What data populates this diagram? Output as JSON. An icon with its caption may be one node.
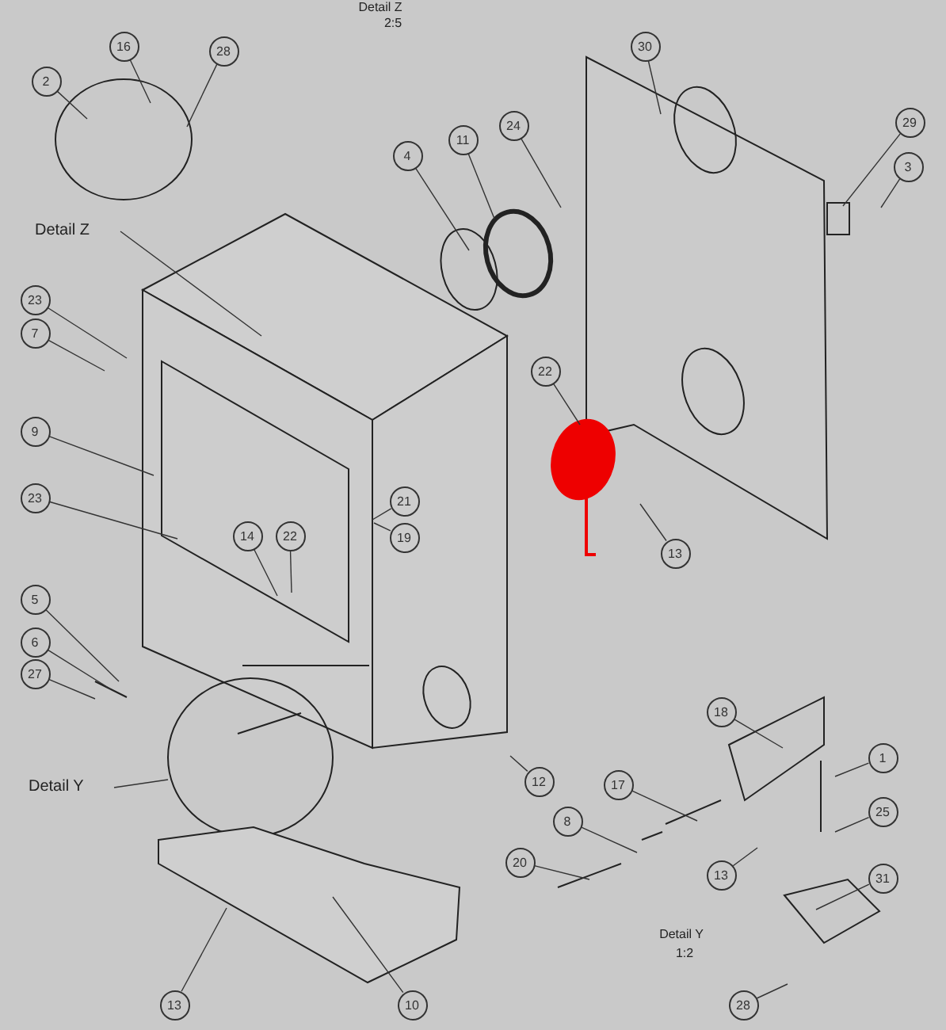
{
  "diagram": {
    "nodes": [
      {
        "text": [
          "2"
        ]
      },
      {
        "text": [
          "16"
        ]
      },
      {
        "text": [
          "28"
        ]
      },
      {
        "text": [
          "4"
        ]
      },
      {
        "text": [
          "11"
        ]
      },
      {
        "text": [
          "24"
        ]
      },
      {
        "text": [
          "30"
        ]
      },
      {
        "text": [
          "29"
        ]
      },
      {
        "text": [
          "3"
        ]
      },
      {
        "text": [
          "Detail Z"
        ]
      },
      {
        "text": [
          "23"
        ]
      },
      {
        "text": [
          "7"
        ]
      },
      {
        "text": [
          "9"
        ]
      },
      {
        "text": [
          "23"
        ]
      },
      {
        "text": [
          "21"
        ]
      },
      {
        "text": [
          "19"
        ]
      },
      {
        "text": [
          "14"
        ]
      },
      {
        "text": [
          "22"
        ]
      },
      {
        "text": [
          "22"
        ]
      },
      {
        "text": [
          "13"
        ]
      },
      {
        "text": [
          "5"
        ]
      },
      {
        "text": [
          "6"
        ]
      },
      {
        "text": [
          "27"
        ]
      },
      {
        "text": [
          "Detail Y"
        ]
      },
      {
        "text": [
          "12"
        ]
      },
      {
        "text": [
          "18"
        ]
      },
      {
        "text": [
          "17"
        ]
      },
      {
        "text": [
          "1"
        ]
      },
      {
        "text": [
          "8"
        ]
      },
      {
        "text": [
          "25"
        ]
      },
      {
        "text": [
          "20"
        ]
      },
      {
        "text": [
          "13"
        ]
      },
      {
        "text": [
          "31"
        ]
      },
      {
        "text": [
          "28"
        ]
      },
      {
        "text": [
          "13"
        ]
      },
      {
        "text": [
          "10"
        ]
      }
    ],
    "edges": [
      {
        "from": 0,
        "to": null,
        "arrow": "none"
      },
      {
        "from": 1,
        "to": null,
        "arrow": "none"
      },
      {
        "from": 2,
        "to": null,
        "arrow": "none"
      },
      {
        "from": 3,
        "to": null,
        "arrow": "none"
      },
      {
        "from": 4,
        "to": null,
        "arrow": "none"
      },
      {
        "from": 5,
        "to": null,
        "arrow": "none"
      },
      {
        "from": 6,
        "to": null,
        "arrow": "none"
      },
      {
        "from": 7,
        "to": null,
        "arrow": "none"
      },
      {
        "from": 8,
        "to": null,
        "arrow": "none"
      },
      {
        "from": 9,
        "to": null,
        "arrow": "none"
      },
      {
        "from": 10,
        "to": null,
        "arrow": "none"
      },
      {
        "from": 11,
        "to": null,
        "arrow": "none"
      },
      {
        "from": 12,
        "to": null,
        "arrow": "none"
      },
      {
        "from": 13,
        "to": null,
        "arrow": "none"
      },
      {
        "from": 14,
        "to": null,
        "arrow": "none"
      },
      {
        "from": 15,
        "to": null,
        "arrow": "none"
      },
      {
        "from": 16,
        "to": null,
        "arrow": "none"
      },
      {
        "from": 17,
        "to": null,
        "arrow": "none"
      },
      {
        "from": 18,
        "to": null,
        "arrow": "none"
      },
      {
        "from": 19,
        "to": null,
        "arrow": "none"
      },
      {
        "from": 20,
        "to": null,
        "arrow": "none"
      },
      {
        "from": 21,
        "to": null,
        "arrow": "none"
      },
      {
        "from": 22,
        "to": null,
        "arrow": "none"
      },
      {
        "from": 23,
        "to": null,
        "arrow": "none"
      },
      {
        "from": 24,
        "to": null,
        "arrow": "none"
      },
      {
        "from": 25,
        "to": null,
        "arrow": "none"
      },
      {
        "from": 26,
        "to": null,
        "arrow": "none"
      },
      {
        "from": 27,
        "to": null,
        "arrow": "none"
      },
      {
        "from": 28,
        "to": null,
        "arrow": "none"
      },
      {
        "from": 29,
        "to": null,
        "arrow": "none"
      },
      {
        "from": 30,
        "to": null,
        "arrow": "none"
      },
      {
        "from": 31,
        "to": null,
        "arrow": "none"
      },
      {
        "from": 32,
        "to": null,
        "arrow": "none"
      },
      {
        "from": 33,
        "to": null,
        "arrow": "none"
      },
      {
        "from": 34,
        "to": null,
        "arrow": "none"
      },
      {
        "from": 35,
        "to": null,
        "arrow": "none"
      }
    ],
    "labels": [
      "Detail Z",
      "2:5",
      "Detail Y",
      "1:2"
    ]
  }
}
